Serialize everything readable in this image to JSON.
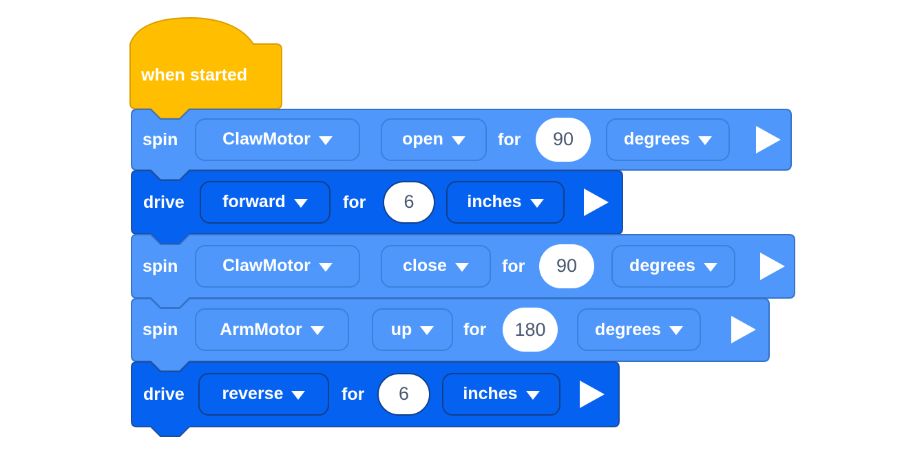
{
  "canvas": {
    "description": "block programming workspace"
  },
  "colors": {
    "canvas_bg": "#FFFFFF",
    "hat_fill": "#FFBE00",
    "hat_stroke": "#DA9E00",
    "spin_fill": "#4F97FB",
    "spin_stroke": "#3573C9",
    "spin_border": "#3B80DC",
    "drive_fill": "#0561F0",
    "drive_stroke": "#1D4C9F",
    "drive_border": "#123F8C",
    "label_text": "#FFFFFF",
    "value_text": "#4A5670"
  },
  "icons": {
    "dropdown_arrow": "triangle-down",
    "play": "triangle-right"
  },
  "blocks": [
    {
      "type": "hat",
      "label": "when started"
    },
    {
      "type": "spin",
      "verb": "spin",
      "motor": "ClawMotor",
      "action": "open",
      "for_label": "for",
      "value": "90",
      "unit": "degrees"
    },
    {
      "type": "drive",
      "verb": "drive",
      "direction": "forward",
      "for_label": "for",
      "value": "6",
      "unit": "inches"
    },
    {
      "type": "spin",
      "verb": "spin",
      "motor": "ClawMotor",
      "action": "close",
      "for_label": "for",
      "value": "90",
      "unit": "degrees"
    },
    {
      "type": "spin",
      "verb": "spin",
      "motor": "ArmMotor",
      "action": "up",
      "for_label": "for",
      "value": "180",
      "unit": "degrees"
    },
    {
      "type": "drive",
      "verb": "drive",
      "direction": "reverse",
      "for_label": "for",
      "value": "6",
      "unit": "inches"
    }
  ]
}
